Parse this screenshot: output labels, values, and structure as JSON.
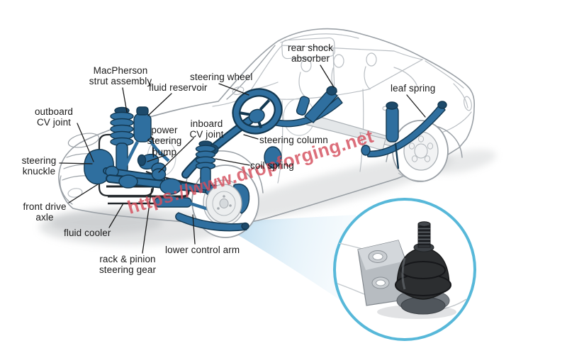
{
  "diagram": {
    "description_labels": {
      "macpherson_strut": "MacPherson\nstrut assembly",
      "fluid_reservoir": "fluid reservoir",
      "steering_wheel": "steering wheel",
      "rear_shock_absorber": "rear shock\nabsorber",
      "leaf_spring": "leaf spring",
      "outboard_cv_joint": "outboard\nCV joint",
      "steering_knuckle": "steering\nknuckle",
      "power_steering_pump": "power\nsteering\npump",
      "inboard_cv_joint": "inboard\nCV joint",
      "steering_column": "steering column",
      "coil_spring": "coil spring",
      "front_drive_axle": "front drive\naxle",
      "fluid_cooler": "fluid cooler",
      "rack_pinion": "rack & pinion\nsteering gear",
      "lower_control_arm": "lower control arm"
    },
    "watermark": {
      "text": "https://www.dropforging.net",
      "color": "#d54f5d"
    },
    "colors": {
      "part_blue": "#2f6f9f",
      "part_blue_dark": "#133851",
      "car_line_gray": "#9aa0a6",
      "inset_ring_blue": "#57b8d9",
      "beam_blue": "#9cc9e6",
      "label_text": "#1a1a1a"
    },
    "graphics": {
      "inset_subject": "ball-joint-detail-icon",
      "main_subject": "sedan-cutaway-suspension-steering"
    }
  }
}
